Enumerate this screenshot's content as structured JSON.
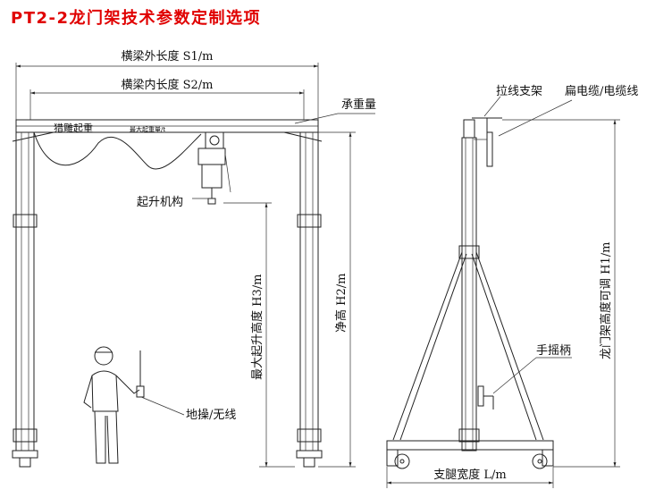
{
  "title": "PT2-2龙门架技术参数定制选项",
  "colors": {
    "title": "#e00000",
    "line": "#222222"
  },
  "labels": {
    "beam_outer_length": "横梁外长度 S1/m",
    "beam_inner_length": "横梁内长度 S2/m",
    "load_capacity": "承重量",
    "brand": "猎雕起重",
    "max_load": "最大起重量/t",
    "hoist": "起升机构",
    "clear_height": "净高 H2/m",
    "max_lift_height": "最大起升高度 H3/m",
    "ground_control": "地操/无线",
    "cable_bracket": "拉线支架",
    "flat_cable": "扁电缆/电缆线",
    "adjustable_height": "龙门架高度可调 H1/m",
    "hand_crank": "手摇柄",
    "leg_width": "支腿宽度 L/m"
  }
}
